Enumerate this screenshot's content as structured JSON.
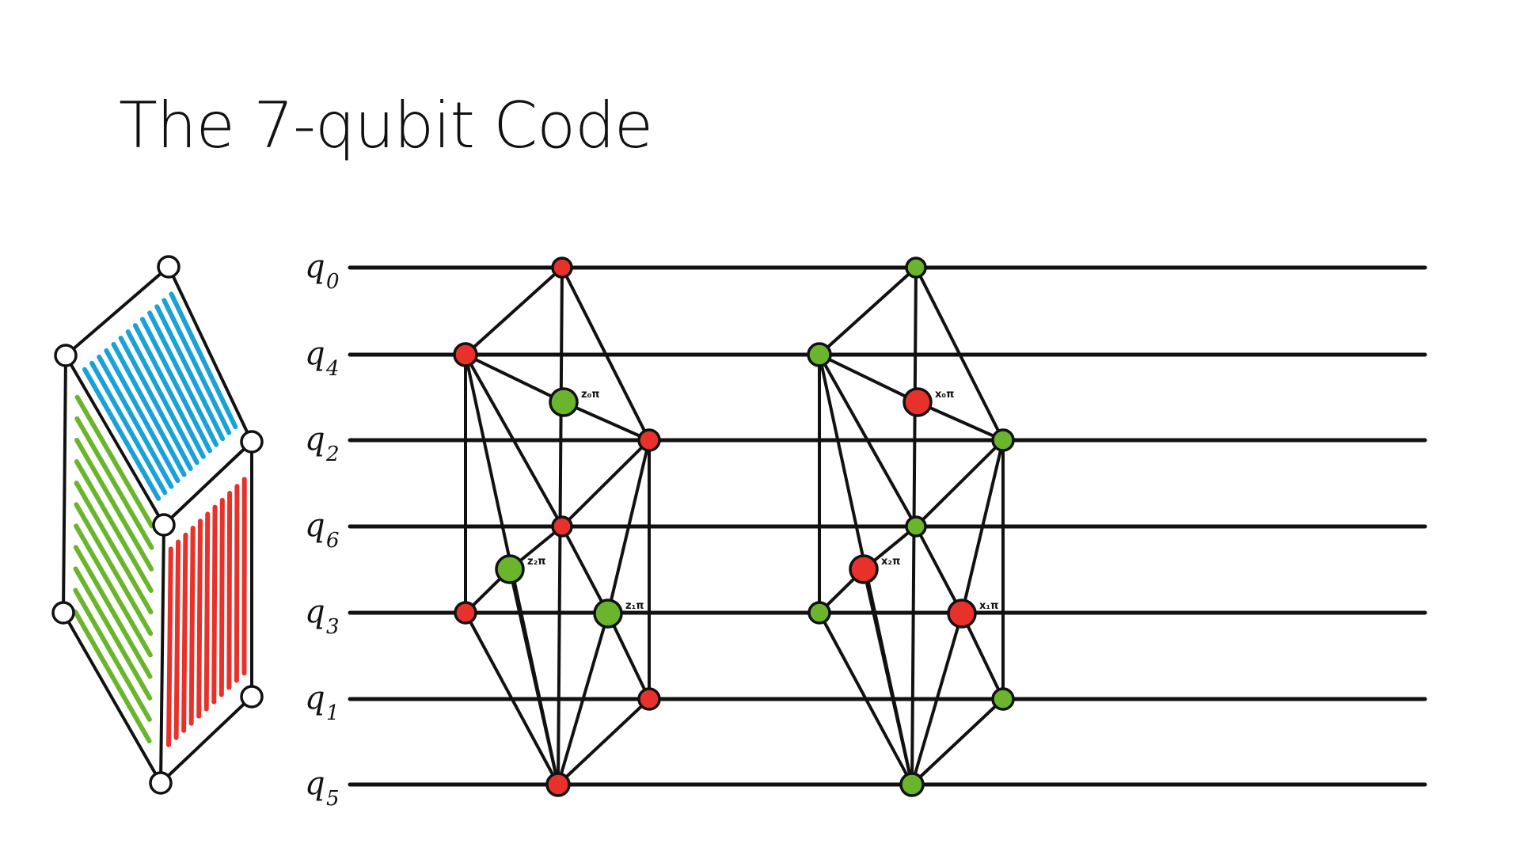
{
  "title": "The 7-qubit Code",
  "colors": {
    "red": "#e8312a",
    "green": "#6bb52c",
    "blue": "#1aa1d6",
    "line": "#111111"
  },
  "qubits": [
    {
      "letter": "q",
      "index": "0"
    },
    {
      "letter": "q",
      "index": "4"
    },
    {
      "letter": "q",
      "index": "2"
    },
    {
      "letter": "q",
      "index": "6"
    },
    {
      "letter": "q",
      "index": "3"
    },
    {
      "letter": "q",
      "index": "1"
    },
    {
      "letter": "q",
      "index": "5"
    }
  ],
  "z_graph": {
    "vertex_color": "red",
    "face_color": "green",
    "face_labels": [
      "z₀π",
      "z₂π",
      "z₁π"
    ]
  },
  "x_graph": {
    "vertex_color": "green",
    "face_color": "red",
    "face_labels": [
      "x₀π",
      "x₂π",
      "x₁π"
    ]
  },
  "code_cell": {
    "face_colors": [
      "blue",
      "green",
      "red"
    ]
  }
}
